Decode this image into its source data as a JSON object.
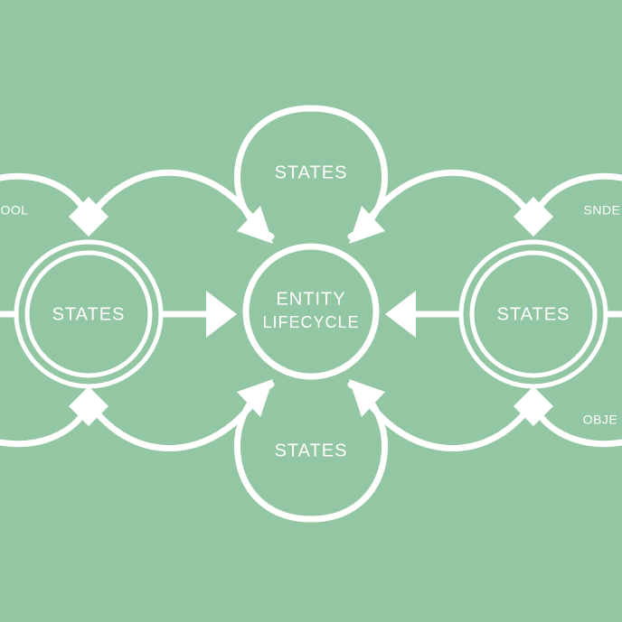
{
  "diagram": {
    "center": {
      "line1": "ENTITY",
      "line2": "LIFECYCLE"
    },
    "nodes": {
      "top": "STATES",
      "bottom": "STATES",
      "left": "STATES",
      "right": "STATES"
    },
    "edge_labels": {
      "top_left": "OOL",
      "top_right": "SNDE",
      "bottom_right": "OBJE"
    },
    "colors": {
      "background": "#93c6a2",
      "line": "#ffffff"
    }
  }
}
